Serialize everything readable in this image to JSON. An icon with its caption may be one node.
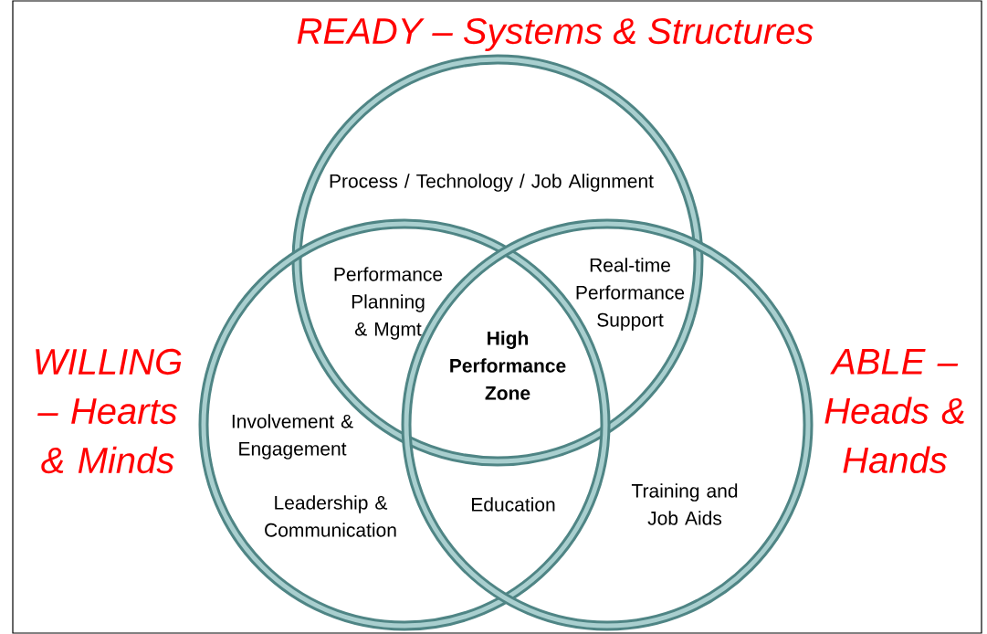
{
  "diagram": {
    "nodes": [
      {
        "text": [
          "READY – Systems & Structures",
          "Process / Technology / Job Alignment"
        ]
      },
      {
        "text": [
          "WILLING – Hearts & Minds",
          "Involvement & Engagement",
          "Leadership & Communication"
        ]
      },
      {
        "text": [
          "ABLE – Heads & Hands",
          "Training and Job Aids"
        ]
      }
    ],
    "labels": [
      "Performance Planning & Mgmt",
      "Real-time Performance Support",
      "High Performance Zone",
      "Education"
    ]
  }
}
